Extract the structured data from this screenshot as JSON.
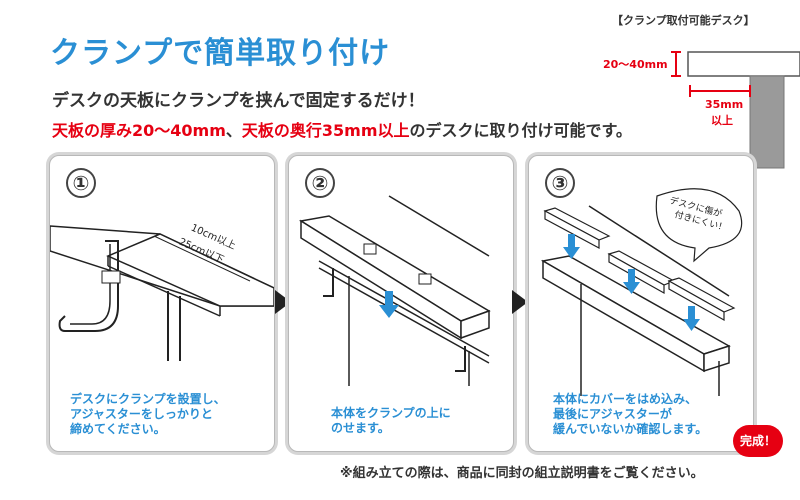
{
  "title": "クランプで簡単取り付け",
  "intro": {
    "line1": "デスクの天板にクランプを挟んで固定するだけ！",
    "line2_red1": "天板の厚み20〜40mm",
    "line2_sep": "、",
    "line2_red2": "天板の奥行35mm以上",
    "line2_rest": "のデスクに取り付け可能です。"
  },
  "spec": {
    "title": "【クランプ取付可能デスク】",
    "thickness": "20〜40mm",
    "depth_value": "35mm",
    "depth_suffix": "以上"
  },
  "steps": [
    {
      "number": "①",
      "caption": "デスクにクランプを設置し、\nアジャスターをしっかりと\n締めてください。",
      "dim1": "10cm以上",
      "dim2": "25cm以下"
    },
    {
      "number": "②",
      "caption": "本体をクランプの上に\nのせます。"
    },
    {
      "number": "③",
      "caption": "本体にカバーをはめ込み、\n最後にアジャスターが\n緩んでいないか確認します。",
      "bubble1": "デスクに傷が",
      "bubble2": "付きにくい！"
    }
  ],
  "done_badge": "完成！",
  "footnote": "※組み立ての際は、商品に同封の組立説明書をご覧ください。",
  "colors": {
    "accent_blue": "#2a8fd4",
    "red": "#e60012",
    "desk_gray": "#9a9a9a"
  }
}
